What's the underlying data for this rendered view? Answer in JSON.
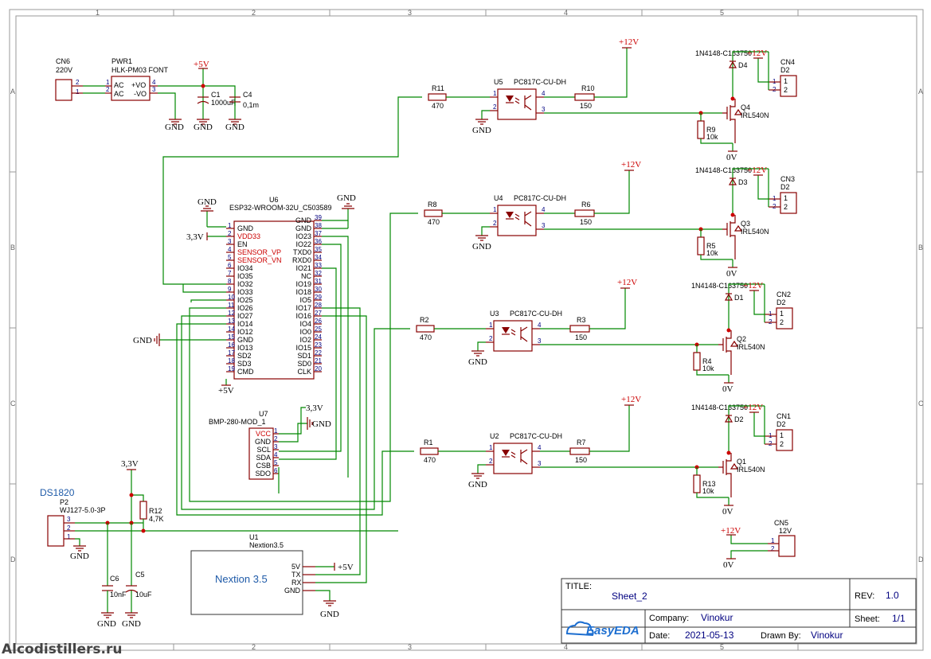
{
  "frame": {
    "columns": [
      "1",
      "2",
      "3",
      "4",
      "5"
    ],
    "rows": [
      "A",
      "B",
      "C",
      "D"
    ]
  },
  "power": {
    "plus5v": "+5V",
    "plus12v": "+12V",
    "v33": "3,3V",
    "zero_v": "0V",
    "gnd": "GND"
  },
  "psu": {
    "cn6_ref": "CN6",
    "cn6_val": "220V",
    "pwr1_ref": "PWR1",
    "pwr1_val": "HLK-PM03 FONT",
    "ac": "AC",
    "plus_vo": "+VO",
    "minus_vo": "-VO",
    "c1_ref": "C1",
    "c1_val": "1000uF",
    "c4_ref": "C4",
    "c4_val": "0,1m"
  },
  "esp": {
    "ref": "U6",
    "val": "ESP32-WROOM-32U_C503589",
    "left_pins": [
      {
        "n": "1",
        "name": "GND"
      },
      {
        "n": "2",
        "name": "VDD33"
      },
      {
        "n": "3",
        "name": "EN"
      },
      {
        "n": "4",
        "name": "SENSOR_VP"
      },
      {
        "n": "5",
        "name": "SENSOR_VN"
      },
      {
        "n": "6",
        "name": "IO34"
      },
      {
        "n": "7",
        "name": "IO35"
      },
      {
        "n": "8",
        "name": "IO32"
      },
      {
        "n": "9",
        "name": "IO33"
      },
      {
        "n": "10",
        "name": "IO25"
      },
      {
        "n": "11",
        "name": "IO26"
      },
      {
        "n": "12",
        "name": "IO27"
      },
      {
        "n": "13",
        "name": "IO14"
      },
      {
        "n": "14",
        "name": "IO12"
      },
      {
        "n": "15",
        "name": "GND"
      },
      {
        "n": "16",
        "name": "IO13"
      },
      {
        "n": "17",
        "name": "SD2"
      },
      {
        "n": "18",
        "name": "SD3"
      },
      {
        "n": "19",
        "name": "CMD"
      }
    ],
    "right_pins": [
      {
        "n": "39",
        "name": "GND"
      },
      {
        "n": "38",
        "name": "GND"
      },
      {
        "n": "37",
        "name": "IO23"
      },
      {
        "n": "36",
        "name": "IO22"
      },
      {
        "n": "35",
        "name": "TXD0"
      },
      {
        "n": "34",
        "name": "RXD0"
      },
      {
        "n": "33",
        "name": "IO21"
      },
      {
        "n": "32",
        "name": "NC"
      },
      {
        "n": "31",
        "name": "IO19"
      },
      {
        "n": "30",
        "name": "IO18"
      },
      {
        "n": "29",
        "name": "IO5"
      },
      {
        "n": "28",
        "name": "IO17"
      },
      {
        "n": "27",
        "name": "IO16"
      },
      {
        "n": "26",
        "name": "IO4"
      },
      {
        "n": "25",
        "name": "IO0"
      },
      {
        "n": "24",
        "name": "IO2"
      },
      {
        "n": "23",
        "name": "IO15"
      },
      {
        "n": "22",
        "name": "SD1"
      },
      {
        "n": "21",
        "name": "SD0"
      },
      {
        "n": "20",
        "name": "CLK"
      }
    ]
  },
  "bmp": {
    "ref": "U7",
    "val": "BMP-280-MOD_1",
    "pins": [
      {
        "n": "1",
        "name": "VCC"
      },
      {
        "n": "2",
        "name": "GND"
      },
      {
        "n": "3",
        "name": "SCL"
      },
      {
        "n": "4",
        "name": "SDA"
      },
      {
        "n": "5",
        "name": "CSB"
      },
      {
        "n": "6",
        "name": "SDO"
      }
    ]
  },
  "ds": {
    "title": "DS1820",
    "p2_ref": "P2",
    "p2_val": "WJ127-5.0-3P",
    "r12_ref": "R12",
    "r12_val": "4,7K",
    "c6_ref": "C6",
    "c6_val": "10nF",
    "c5_ref": "C5",
    "c5_val": "10uF"
  },
  "nextion": {
    "ref": "U1",
    "val": "Nextion3.5",
    "body": "Nextion 3.5",
    "pins": [
      "5V",
      "TX",
      "RX",
      "GND"
    ]
  },
  "channels": [
    {
      "rin": "R11",
      "u": "U5",
      "rout": "R10",
      "rg": "R9",
      "q": "Q4",
      "d": "D4",
      "cn": "CN4"
    },
    {
      "rin": "R8",
      "u": "U4",
      "rout": "R6",
      "rg": "R5",
      "q": "Q3",
      "d": "D3",
      "cn": "CN3"
    },
    {
      "rin": "R2",
      "u": "U3",
      "rout": "R3",
      "rg": "R4",
      "q": "Q2",
      "d": "D1",
      "cn": "CN2"
    },
    {
      "rin": "R1",
      "u": "U2",
      "rout": "R7",
      "rg": "R13",
      "q": "Q1",
      "d": "D2",
      "cn": "CN1"
    }
  ],
  "channel_values": {
    "rin_val": "470",
    "opto": "PC817C-CU-DH",
    "rout_val": "150",
    "rg_val": "10k",
    "mosfet": "IRL540N",
    "diode": "1N4148-C163750",
    "conn": "D2"
  },
  "cn5": {
    "ref": "CN5",
    "val": "12V"
  },
  "titleblock": {
    "title_label": "TITLE:",
    "title": "Sheet_2",
    "rev_label": "REV:",
    "rev": "1.0",
    "company_label": "Company:",
    "company": "Vinokur",
    "sheet_label": "Sheet:",
    "sheet": "1/1",
    "date_label": "Date:",
    "date": "2021-05-13",
    "drawn_label": "Drawn By:",
    "drawn": "Vinokur",
    "brand": "EasyEDA"
  },
  "watermark": "Alcodistillers.ru"
}
